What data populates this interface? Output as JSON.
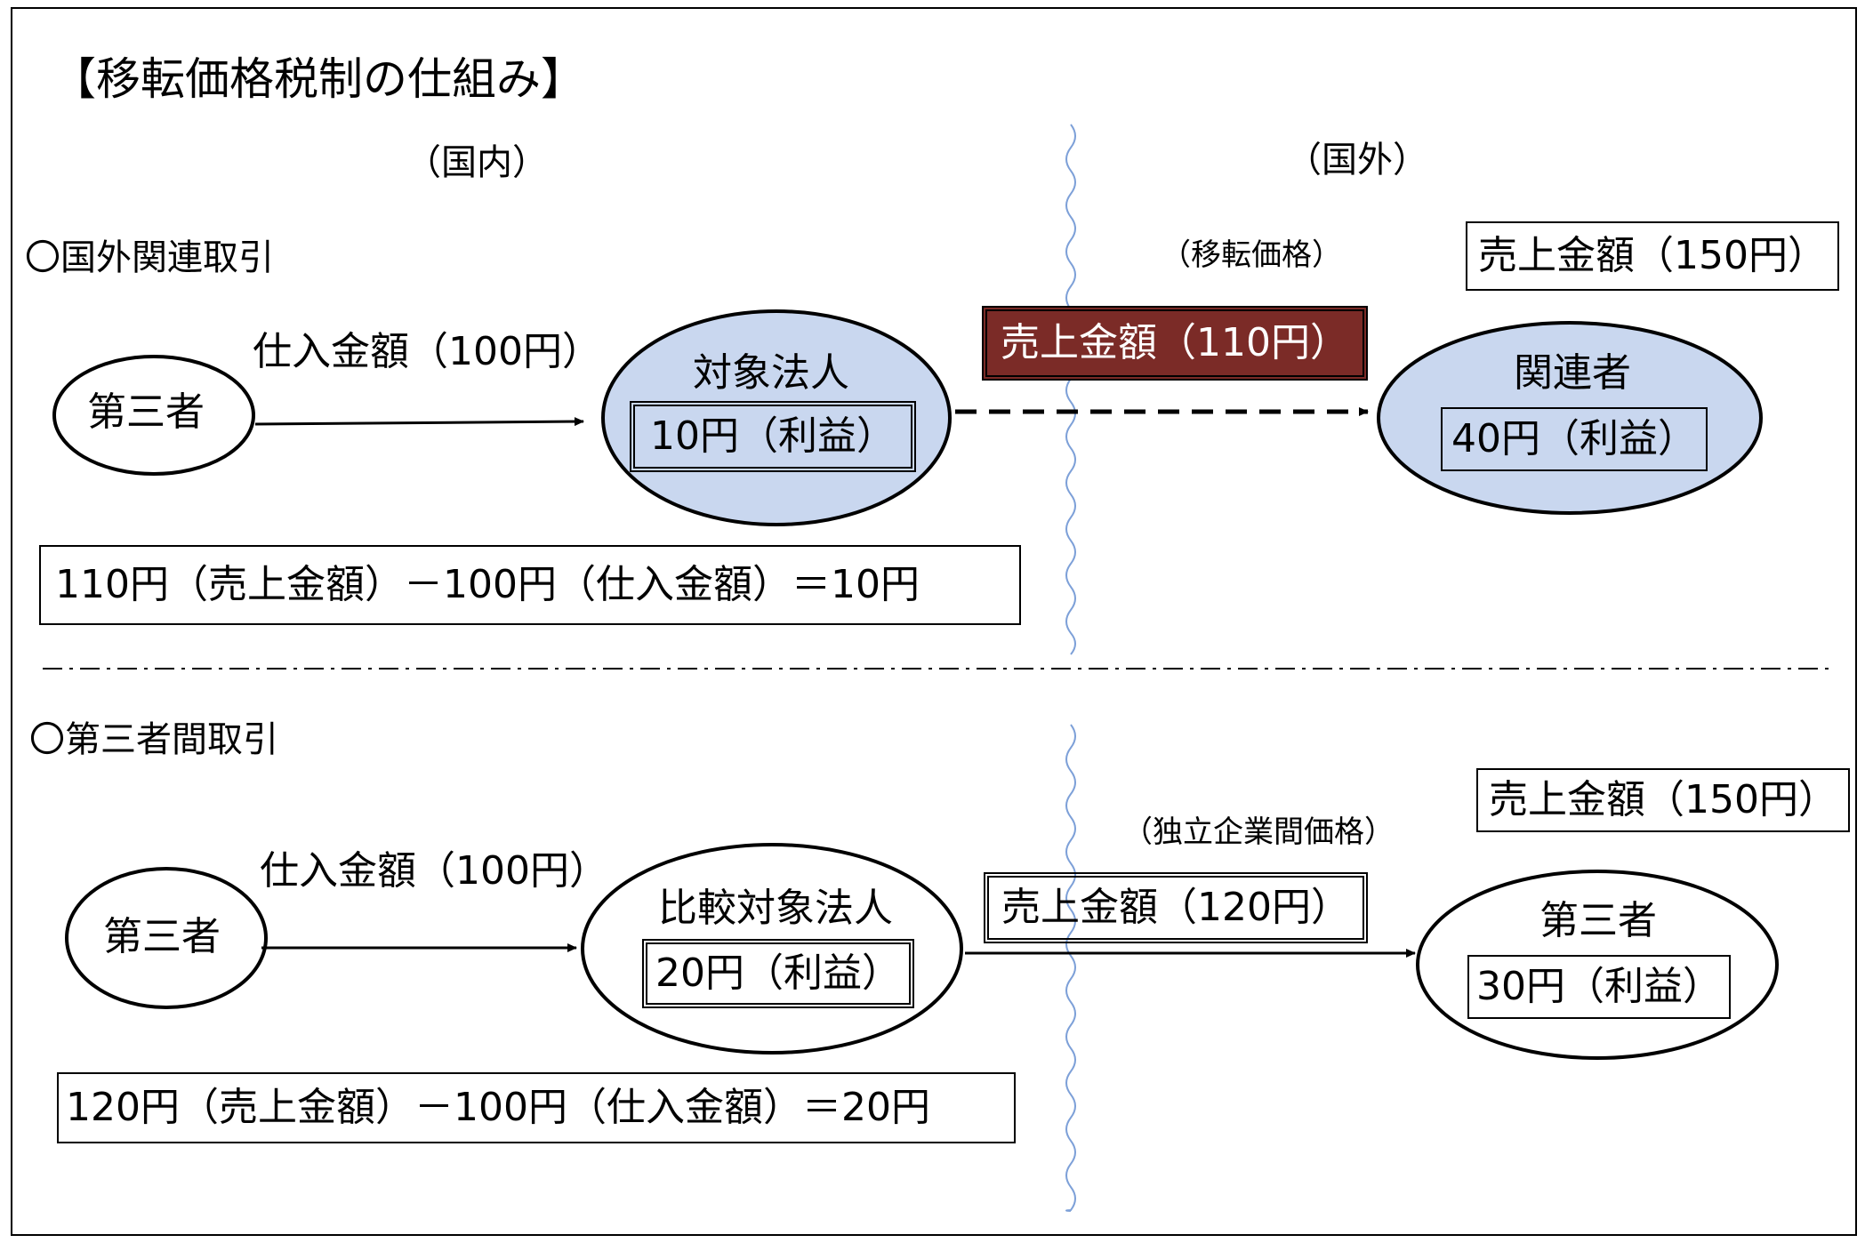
{
  "title": "【移転価格税制の仕組み】",
  "headers": {
    "domestic": "（国内）",
    "foreign": "（国外）"
  },
  "section1": {
    "label": "〇国外関連取引",
    "third_party": "第三者",
    "purchase_label": "仕入金額（100円）",
    "subject_name": "対象法人",
    "subject_profit": "10円（利益）",
    "transfer_price_label": "（移転価格）",
    "sales_box": "売上金額（110円）",
    "related_name": "関連者",
    "related_profit": "40円（利益）",
    "related_sales": "売上金額（150円）",
    "formula": "110円（売上金額）－100円（仕入金額）＝10円"
  },
  "section2": {
    "label": "〇第三者間取引",
    "third_party_left": "第三者",
    "purchase_label": "仕入金額（100円）",
    "comparable_name": "比較対象法人",
    "comparable_profit": "20円（利益）",
    "arms_length_label": "（独立企業間価格）",
    "sales_box": "売上金額（120円）",
    "third_party_right": "第三者",
    "third_party_profit": "30円（利益）",
    "third_party_sales": "売上金額（150円）",
    "formula": "120円（売上金額）－100円（仕入金額）＝20円"
  },
  "colors": {
    "ellipse_fill": "#c9d7ef",
    "sales_box_fill": "#7b2b27",
    "border_wavy": "#7da0d8"
  }
}
